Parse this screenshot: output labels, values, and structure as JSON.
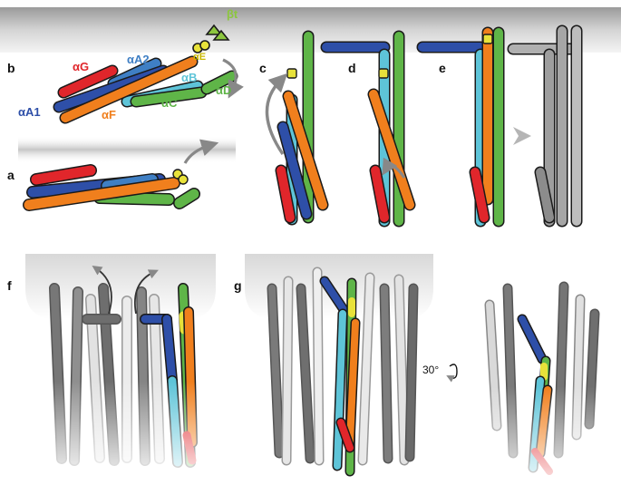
{
  "panels": {
    "a": "a",
    "b": "b",
    "c": "c",
    "d": "d",
    "e": "e",
    "f": "f",
    "g": "g"
  },
  "helices": {
    "g": {
      "label": "αG",
      "color": "#e0262b"
    },
    "a2": {
      "label": "αA2",
      "color": "#3f7fc4"
    },
    "a1": {
      "label": "αA1",
      "color": "#2e4fa8"
    },
    "f": {
      "label": "αF",
      "color": "#f07f1d"
    },
    "b": {
      "label": "αB",
      "color": "#5ec4d8"
    },
    "c": {
      "label": "αC",
      "color": "#5fb548"
    },
    "d": {
      "label": "αD",
      "color": "#5fb548"
    },
    "e": {
      "label": "αE",
      "color": "#e8e23a"
    },
    "bt": {
      "label": "βt",
      "color": "#8cc63f"
    }
  },
  "rotation": {
    "label": "30°"
  },
  "colors": {
    "membrane": "#c8c8c8",
    "grey_dark": "#6e6e6e",
    "grey_light": "#e6e6e6",
    "outline": "#1a1a1a"
  }
}
